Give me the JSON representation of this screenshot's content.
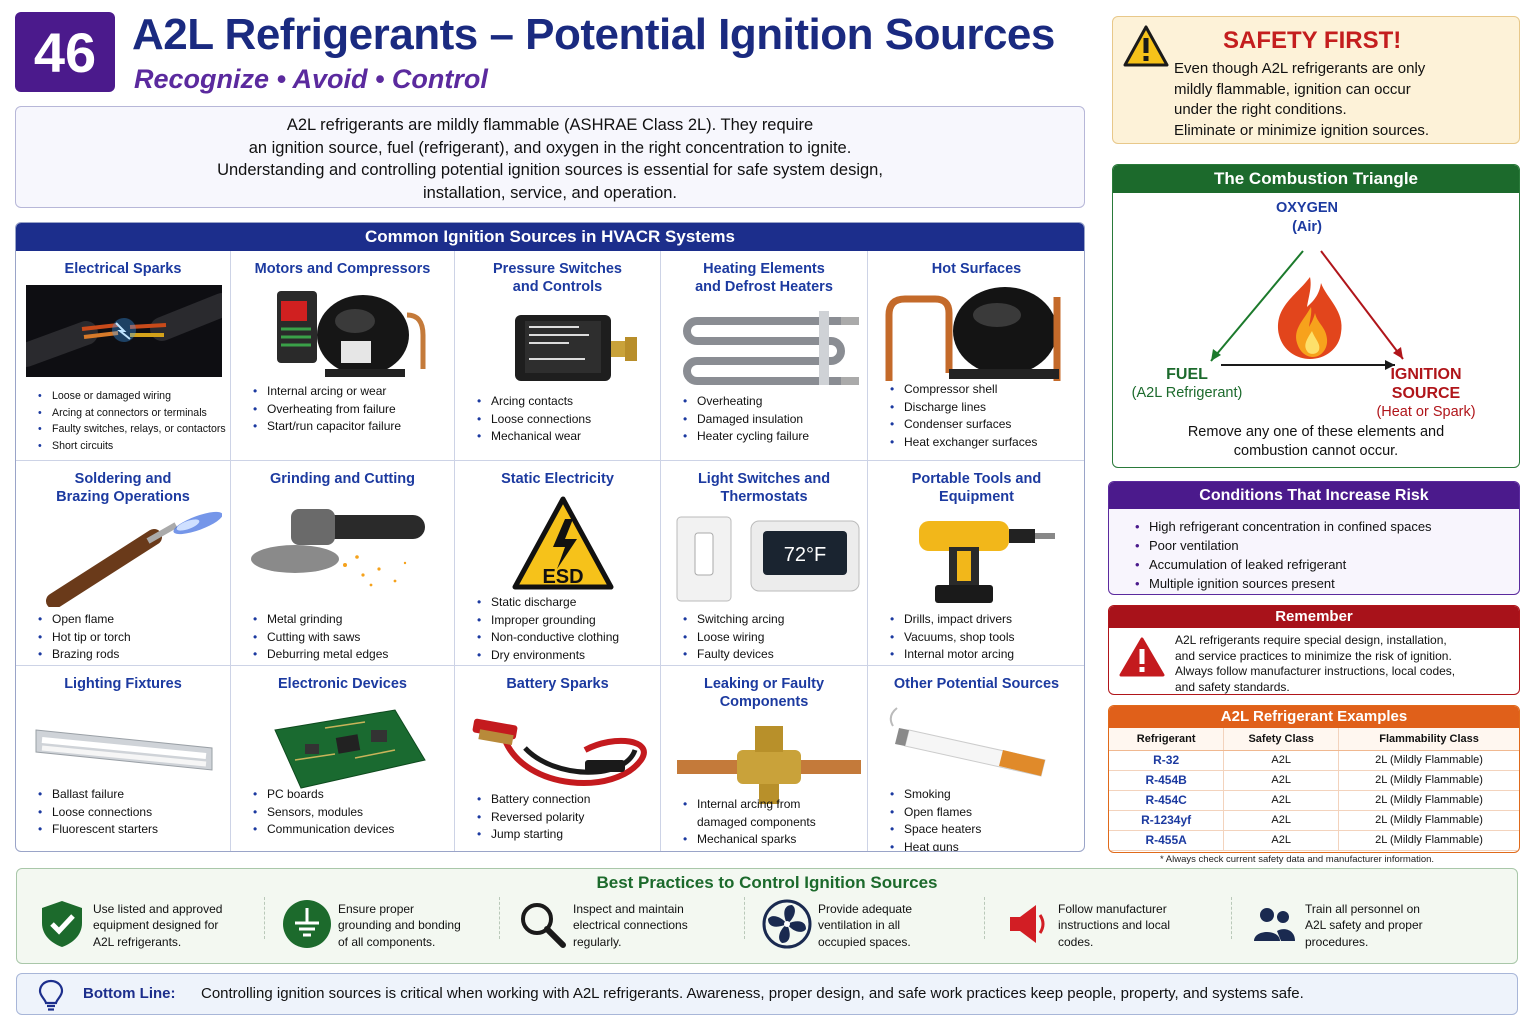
{
  "header": {
    "number": "46",
    "title": "A2L Refrigerants – Potential Ignition Sources",
    "subtitle": "Recognize  •  Avoid  •  Control"
  },
  "intro": {
    "line1": "A2L refrigerants are mildly flammable (ASHRAE Class 2L).  They require",
    "line2": "an ignition source, fuel (refrigerant), and oxygen in the right concentration to ignite.",
    "line3": "Understanding and controlling potential ignition sources is essential for safe system design,",
    "line4": "installation, service, and operation."
  },
  "grid": {
    "title": "Common Ignition Sources in HVACR Systems",
    "cells": [
      {
        "title": "Electrical Sparks",
        "icon": "wire-spark-icon",
        "items": [
          "Loose or damaged wiring",
          "Arcing at connectors or terminals",
          "Faulty switches, relays, or contactors",
          "Short circuits"
        ]
      },
      {
        "title": "Motors and Compressors",
        "icon": "compressor-icon",
        "items": [
          "Internal arcing or wear",
          "Overheating from failure",
          "Start/run capacitor failure"
        ]
      },
      {
        "title": "Pressure Switches and Controls",
        "icon": "pressure-switch-icon",
        "items": [
          "Arcing contacts",
          "Loose connections",
          "Mechanical wear"
        ]
      },
      {
        "title": "Heating Elements and Defrost Heaters",
        "icon": "heating-element-icon",
        "items": [
          "Overheating",
          "Damaged insulation",
          "Heater cycling failure"
        ]
      },
      {
        "title": "Hot Surfaces",
        "icon": "hot-compressor-icon",
        "items": [
          "Compressor shell",
          "Discharge lines",
          "Condenser surfaces",
          "Heat exchanger surfaces"
        ]
      },
      {
        "title": "Soldering and Brazing Operations",
        "icon": "torch-icon",
        "items": [
          "Open flame",
          "Hot tip or torch",
          "Brazing rods"
        ]
      },
      {
        "title": "Grinding and Cutting",
        "icon": "angle-grinder-icon",
        "items": [
          "Metal grinding",
          "Cutting with saws",
          "Deburring metal edges"
        ]
      },
      {
        "title": "Static Electricity",
        "icon": "esd-warning-icon",
        "items": [
          "Static discharge",
          "Improper grounding",
          "Non-conductive clothing",
          "Dry environments"
        ]
      },
      {
        "title": "Light Switches and Thermostats",
        "icon": "thermostat-icon",
        "items": [
          "Switching arcing",
          "Loose wiring",
          "Faulty devices"
        ]
      },
      {
        "title": "Portable Tools and Equipment",
        "icon": "drill-icon",
        "items": [
          "Drills, impact drivers",
          "Vacuums, shop tools",
          "Internal motor arcing"
        ]
      },
      {
        "title": "Lighting Fixtures",
        "icon": "fluorescent-fixture-icon",
        "items": [
          "Ballast failure",
          "Loose connections",
          "Fluorescent starters"
        ]
      },
      {
        "title": "Electronic Devices",
        "icon": "circuit-board-icon",
        "items": [
          "PC boards",
          "Sensors, modules",
          "Communication devices"
        ]
      },
      {
        "title": "Battery Sparks",
        "icon": "jumper-cables-icon",
        "items": [
          "Battery connection",
          "Reversed polarity",
          "Jump starting"
        ]
      },
      {
        "title": "Leaking or Faulty Components",
        "icon": "brass-valve-icon",
        "items": [
          "Internal arcing from",
          "damaged components",
          "Mechanical sparks"
        ]
      },
      {
        "title": "Other Potential Sources",
        "icon": "cigarette-icon",
        "items": [
          "Smoking",
          "Open flames",
          "Space heaters",
          "Heat guns"
        ]
      }
    ]
  },
  "thermostat_display": "72°F",
  "esd_label": "ESD",
  "safety": {
    "title": "SAFETY FIRST!",
    "line1": "Even though A2L refrigerants are only",
    "line2": "mildly flammable, ignition can occur",
    "line3": "under the right conditions.",
    "line4": "Eliminate or minimize ignition sources."
  },
  "triangle": {
    "title": "The Combustion Triangle",
    "oxygen": "OXYGEN",
    "oxygen_sub": "(Air)",
    "fuel": "FUEL",
    "fuel_sub": "(A2L Refrigerant)",
    "ignition": "IGNITION",
    "ignition2": "SOURCE",
    "ignition_sub": "(Heat or Spark)",
    "caption1": "Remove any one of these elements and",
    "caption2": "combustion cannot occur."
  },
  "risk": {
    "title": "Conditions That Increase Risk",
    "items": [
      "High refrigerant concentration in confined spaces",
      "Poor ventilation",
      "Accumulation of leaked refrigerant",
      "Multiple ignition sources present"
    ]
  },
  "remember": {
    "title": "Remember",
    "line1": "A2L refrigerants require special design, installation,",
    "line2": "and service practices to minimize the risk of ignition.",
    "line3": "Always follow manufacturer instructions, local codes,",
    "line4": "and safety standards."
  },
  "examples": {
    "title": "A2L Refrigerant Examples",
    "columns": [
      "Refrigerant",
      "Safety Class",
      "Flammability Class"
    ],
    "rows": [
      [
        "R-32",
        "A2L",
        "2L (Mildly Flammable)"
      ],
      [
        "R-454B",
        "A2L",
        "2L (Mildly Flammable)"
      ],
      [
        "R-454C",
        "A2L",
        "2L (Mildly Flammable)"
      ],
      [
        "R-1234yf",
        "A2L",
        "2L (Mildly Flammable)"
      ],
      [
        "R-455A",
        "A2L",
        "2L (Mildly Flammable)"
      ]
    ],
    "note": "* Always check current safety data and manufacturer information."
  },
  "best_practices": {
    "title": "Best Practices to Control Ignition Sources",
    "items": [
      {
        "icon": "shield-check-icon",
        "l1": "Use listed and approved",
        "l2": "equipment designed for",
        "l3": "A2L refrigerants."
      },
      {
        "icon": "ground-icon",
        "l1": "Ensure proper",
        "l2": "grounding and bonding",
        "l3": "of all components."
      },
      {
        "icon": "magnifier-icon",
        "l1": "Inspect and maintain",
        "l2": "electrical connections",
        "l3": "regularly."
      },
      {
        "icon": "fan-icon",
        "l1": "Provide adequate",
        "l2": "ventilation in all",
        "l3": "occupied spaces."
      },
      {
        "icon": "megaphone-icon",
        "l1": "Follow manufacturer",
        "l2": "instructions and local",
        "l3": "codes."
      },
      {
        "icon": "people-icon",
        "l1": "Train all personnel on",
        "l2": "A2L safety and proper",
        "l3": "procedures."
      }
    ]
  },
  "bottom_line": {
    "label": "Bottom Line:",
    "text": "Controlling ignition sources is critical when working with A2L refrigerants.  Awareness, proper design, and safe work practices keep people, property, and systems safe."
  },
  "colors": {
    "navy": "#1c2e8c",
    "purple": "#4b1a8c",
    "green": "#1c6a2c",
    "red": "#a8121a",
    "orange": "#e0601a"
  }
}
